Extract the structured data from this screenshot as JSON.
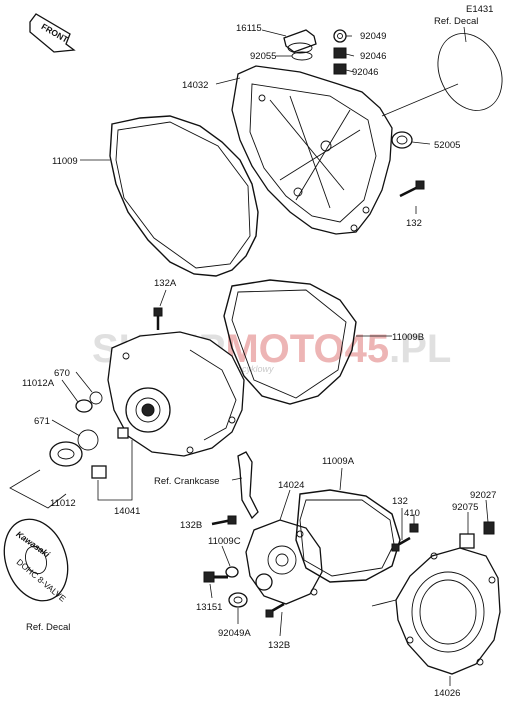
{
  "diagram_code": "E1431",
  "front_label": "FRONT",
  "watermark": {
    "part1": "SKLEP",
    "part2": "MOTO",
    "part3": "45",
    "part4": ".PL",
    "subtitle": "internetowy sklep motocyklowy"
  },
  "decal_text": [
    "Kawasaki",
    "DOHC 8-VALVE"
  ],
  "labels": {
    "p16115": "16115",
    "p92049": "92049",
    "p92055": "92055",
    "p92046a": "92046",
    "p92046b": "92046",
    "p14032": "14032",
    "ref_decal_top": "Ref. Decal",
    "p52005": "52005",
    "p11009": "11009",
    "p132_top": "132",
    "p132A": "132A",
    "p11009B": "11009B",
    "p670": "670",
    "p11012A": "11012A",
    "p671": "671",
    "p11012": "11012",
    "p14041": "14041",
    "ref_crankcase": "Ref. Crankcase",
    "p14024": "14024",
    "p11009A": "11009A",
    "p132B_left": "132B",
    "p11009C": "11009C",
    "p13151": "13151",
    "p92049A": "92049A",
    "p132B_bottom": "132B",
    "p132_right": "132",
    "p410": "410",
    "p92075": "92075",
    "p92027": "92027",
    "ref_decal_bottom": "Ref. Decal",
    "p14026": "14026"
  }
}
